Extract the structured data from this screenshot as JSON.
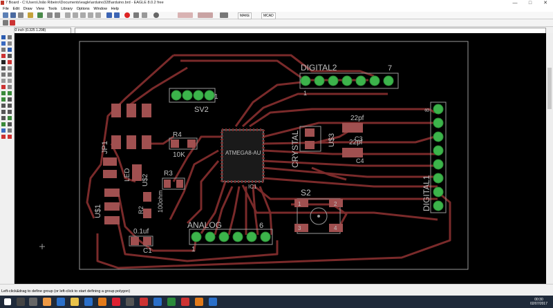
{
  "window": {
    "title": "7 Board - C:\\Users\\João Ribeiro\\Documents\\eagle\\arduino328\\arduino.brd - EAGLE 8.0.2 free",
    "minimize": "—",
    "maximize": "□",
    "close": "✕"
  },
  "menu": [
    "File",
    "Edit",
    "Draw",
    "View",
    "Tools",
    "Library",
    "Options",
    "Window",
    "Help"
  ],
  "toolbar": {
    "make_label": "MAKE",
    "mcad_label": "MCAD"
  },
  "command": {
    "coordinate": "0.003 inch (0.325 1.298)"
  },
  "board": {
    "labels": {
      "digital2": "DIGITAL2",
      "digital2_pin1": "1",
      "digital2_pin7": "7",
      "sv2": "SV2",
      "sv2_pin1": "1",
      "jp1": "JP1",
      "r4": "R4",
      "r4_value": "10K",
      "chip": "ATMEGA8-AU",
      "chip_pin1": "IC1",
      "crystal": "CRYSTAL",
      "u3": "U$3",
      "c3_value": "22pf",
      "c4_value": "22pf",
      "c3": "C3",
      "c4": "C4",
      "led": "LED",
      "u2": "U$2",
      "r3": "R3",
      "r3_value": "100ohm",
      "r2": "R2",
      "u1": "U$1",
      "c1_value": "0.1uf",
      "c1": "C1",
      "analog": "ANALOG",
      "analog_pin1": "1",
      "analog_pin6": "6",
      "s2": "S2",
      "s2_pins": [
        "1",
        "2",
        "3",
        "4"
      ],
      "digital1": "DIGITAL1",
      "digital1_pin8": "8"
    }
  },
  "status": {
    "message": "Left-click&drag to define group (or left-click to start defining a group polygon)"
  },
  "taskbar": {
    "time": "00:30",
    "date": "02/07/2017"
  },
  "colors": {
    "board_bg": "#000000",
    "trace": "#7a2a2a",
    "pad": "#3cb44b",
    "text": "#c0c0c0",
    "silk": "#9a9a9a"
  }
}
